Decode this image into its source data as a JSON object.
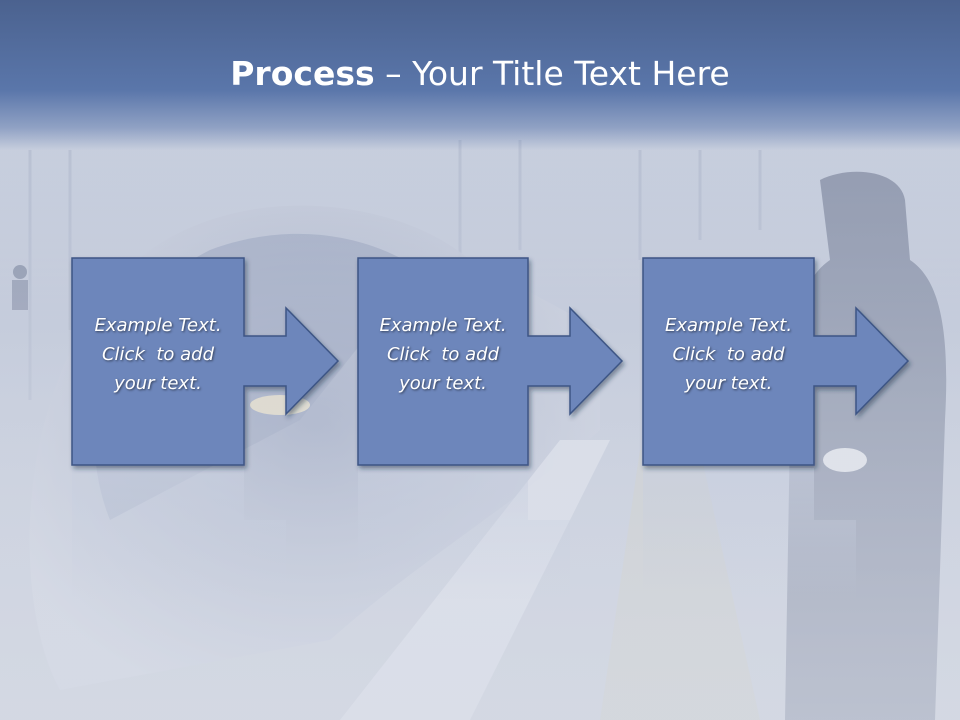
{
  "title": {
    "bold": "Process",
    "rest": " – Your Title Text Here"
  },
  "steps": [
    {
      "line1": "Example Text.",
      "line2": "Click  to add",
      "line3": "your text."
    },
    {
      "line1": "Example Text.",
      "line2": "Click  to add",
      "line3": "your text."
    },
    {
      "line1": "Example Text.",
      "line2": "Click  to add",
      "line3": "your text."
    }
  ],
  "colors": {
    "title_band": "#5a76aa",
    "box_fill": "#6d86bb",
    "box_stroke": "#3e5585",
    "text": "#ffffff"
  }
}
